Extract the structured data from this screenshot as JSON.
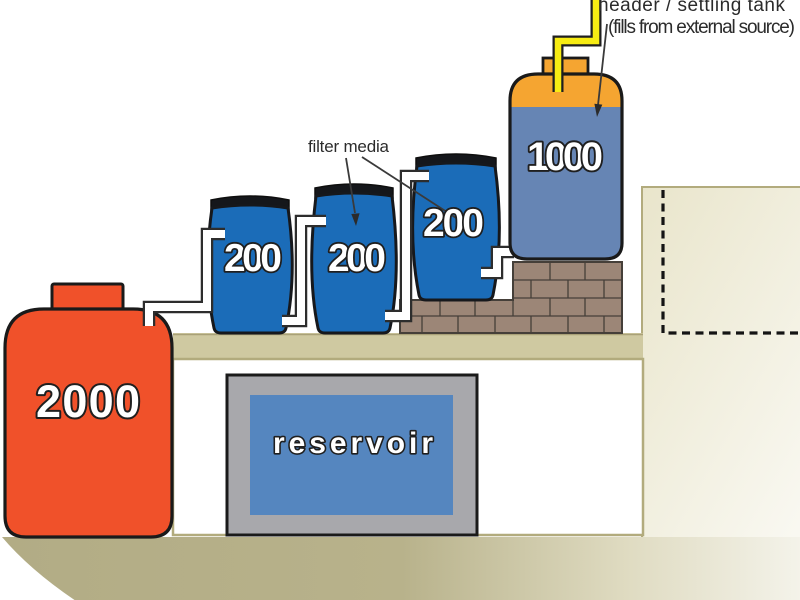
{
  "diagram": {
    "annotations": {
      "header_note_line1": "header / settling tank",
      "header_note_line2": "(fills from external source)",
      "filter_media": "filter media"
    },
    "labels": {
      "storage_tank": "2000",
      "header_tank": "1000",
      "filter_barrel_1": "200",
      "filter_barrel_2": "200",
      "filter_barrel_3": "200",
      "reservoir": "reservoir"
    },
    "colors": {
      "storage_tank_orange": "#F0512A",
      "barrel_blue": "#1B6CB8",
      "barrel_rim_dark": "#15171B",
      "header_tank_blue": "#6685B4",
      "header_tank_top_amber": "#F5A531",
      "inlet_pipe_yellow": "#F7EC13",
      "pipe_white": "#FFFFFF",
      "outline_dark": "#1A1A1A",
      "brick": "#9C8677",
      "brick_joint": "#453F39",
      "shelf_beige": "#CFC9A1",
      "platform_edge_olive": "#B2AB7D",
      "ground_khaki": "#B2AC85",
      "reservoir_gray": "#A8A8AC",
      "reservoir_water_blue": "#5586BF",
      "leader_line": "#3A3A3A"
    }
  }
}
